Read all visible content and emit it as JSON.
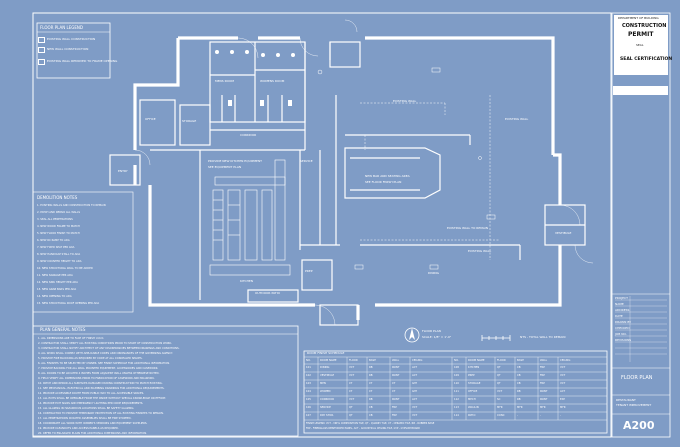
{
  "sheet": {
    "sheet_number": "A200",
    "sheet_title": "FLOOR PLAN",
    "stamp_title": "SEAL CERTIFICATION",
    "stamp_lines": [
      "DEPARTMENT OF BUILDING",
      "CONSTRUCTION",
      "PERMIT",
      "SEAL",
      "CERTIFICATION"
    ]
  },
  "legend_top": {
    "title": "FLOOR PLAN LEGEND",
    "items": [
      "EXISTING WALL CONSTRUCTION",
      "NEW WALL CONSTRUCTION",
      "EXISTING WALL REMOVED TO FRAME OPENING"
    ]
  },
  "keyed_notes": {
    "title": "DEMOLITION NOTES",
    "items": [
      "1. EXISTING WALLS AND CONSTRUCTION TO REMAIN",
      "2. PATCH AND REPAIR ALL WALLS",
      "3. SEAL ALL PENETRATIONS",
      "4. NEW WOOD FRAME TO MATCH",
      "5. NEW FLOOR FINISH TO MATCH",
      "6. NEW RC RAMP TO ADA",
      "7. NEW FIXED SEAT PER ADA",
      "8. NEW HANDICAP STALL TO ADA",
      "9. NEW COUNTER HEIGHT TO ADA",
      "10. NEW STRUCTURAL WALL TO BE ADDED",
      "11. NEW SIGNAGE PER ADA",
      "12. NEW SINK HEIGHT PER ADA",
      "13. NEW GRAB BARS PER ADA",
      "14. NEW OPENING TO ADA",
      "15. NEW STRUCTURAL ROOF OPENING PER ADA"
    ]
  },
  "general_notes": {
    "title": "PLAN GENERAL NOTES",
    "items": [
      "1. ALL DIMENSIONS ARE TO FACE OF FINISH U.N.O.",
      "2. CONTRACTOR SHALL VERIFY ALL EXISTING CONDITIONS PRIOR TO START OF CONSTRUCTION WORK.",
      "3. CONTRACTOR SHALL NOTIFY ARCHITECT OF ANY DISCREPANCIES BETWEEN DRAWINGS AND CONDITIONS.",
      "4. ALL WORK SHALL COMPLY WITH APPLICABLE CODES AND ORDINANCES OF THE GOVERNING AGENCY.",
      "5. PROVIDE FIRE BLOCKING AS REQUIRED BY CODE AT ALL CONCEALED SPACES.",
      "6. ALL FINISHES TO BE SELECTED BY OWNER. SEE FINISH SCHEDULE FOR ADDITIONAL INFORMATION.",
      "7. PROVIDE BACKING FOR ALL WALL MOUNTED EQUIPMENT, ACCESSORIES AND CASEWORK.",
      "8. ALL DOORS TO BE LOCATED 4 INCHES FROM ADJACENT WALL UNLESS OTHERWISE NOTED.",
      "9. FIELD VERIFY ALL DIMENSIONS PRIOR TO FABRICATION OF CASEWORK AND MILLWORK.",
      "10. PATCH AND REPAIR ALL SURFACES DAMAGED DURING CONSTRUCTION TO MATCH EXISTING.",
      "11. SEE MECHANICAL, ELECTRICAL AND PLUMBING DRAWINGS FOR ADDITIONAL REQUIREMENTS.",
      "12. PROVIDE ACCESSIBLE ROUTE FROM PUBLIC WAY TO ALL ACCESSIBLE SPACES.",
      "13. ALL EXITS SHALL BE OPERABLE FROM THE INSIDE WITHOUT SPECIAL KNOWLEDGE OR EFFORT.",
      "14. PROVIDE EXIT SIGNS AND EMERGENCY LIGHTING PER CODE REQUIREMENTS.",
      "15. ALL GLAZING IN HAZARDOUS LOCATIONS SHALL BE SAFETY GLAZING.",
      "16. CONTRACTOR TO PROVIDE TEMPORARY PROTECTION OF ALL EXISTING FINISHES TO REMAIN.",
      "17. ALL PENETRATIONS IN RATED ASSEMBLIES SHALL BE FIRE STOPPED.",
      "18. COORDINATE ALL WORK WITH OWNER'S VENDORS AND EQUIPMENT SUPPLIERS.",
      "19. PROVIDE CLEANOUTS AND ACCESS PANELS AS REQUIRED.",
      "20. REFER TO ENLARGED PLANS FOR ADDITIONAL DIMENSIONS AND INFORMATION."
    ]
  },
  "schedule": {
    "title": "ROOM FINISH SCHEDULE",
    "headers": [
      "NO.",
      "ROOM NAME",
      "FLOOR",
      "BASE",
      "WALL",
      "CEILING",
      "NO.",
      "ROOM NAME",
      "FLOOR",
      "BASE",
      "WALL",
      "CEILING"
    ],
    "rows": [
      [
        "101",
        "DINING",
        "VCT",
        "RB",
        "PAINT",
        "ACT",
        "108",
        "KITCHEN",
        "QT",
        "CB",
        "FRP",
        "VCT"
      ],
      [
        "102",
        "VESTIBULE",
        "VCT",
        "RB",
        "PAINT",
        "ACT",
        "109",
        "PREP",
        "QT",
        "CB",
        "FRP",
        "VCT"
      ],
      [
        "103",
        "MEN",
        "CT",
        "CT",
        "CT",
        "GYP",
        "110",
        "STORAGE",
        "QT",
        "CB",
        "FRP",
        "VCT"
      ],
      [
        "104",
        "WOMEN",
        "CT",
        "CT",
        "CT",
        "GYP",
        "111",
        "OFFICE",
        "VCT",
        "RB",
        "PAINT",
        "ACT"
      ],
      [
        "105",
        "CORRIDOR",
        "VCT",
        "RB",
        "PAINT",
        "ACT",
        "112",
        "MECH",
        "SC",
        "RB",
        "PAINT",
        "EXP"
      ],
      [
        "106",
        "SERVICE",
        "QT",
        "CB",
        "FRP",
        "VCT",
        "113",
        "WALK-IN",
        "MFR",
        "MFR",
        "MFR",
        "MFR"
      ],
      [
        "107",
        "DRY STOR.",
        "QT",
        "CB",
        "FRP",
        "VCT",
        "114",
        "PATIO",
        "CONC",
        "-",
        "-",
        "-"
      ]
    ],
    "footnotes": [
      "FINISH LEGEND: VCT - VINYL COMPOSITION TILE, QT - QUARRY TILE, CT - CERAMIC TILE, RB - RUBBER BASE",
      "FRP - FIBERGLASS REINFORCED PANEL, ACT - ACOUSTICAL CEILING TILE, GYP - GYPSUM BOARD"
    ]
  },
  "plan_labels": {
    "rooms": [
      "MENS ROOM",
      "WOMENS ROOM",
      "CORRIDOR",
      "OFFICE",
      "STORAGE",
      "KITCHEN",
      "DINING",
      "PREP",
      "SERVICE",
      "ENTRY",
      "VESTIBULE",
      "EXISTING WALL",
      "EXISTING WALL",
      "EXISTING WALL",
      "OUTDOOR PATIO"
    ],
    "callouts": [
      "PROVIDE NEW KITCHEN EQUIPMENT",
      "SEE EQUIPMENT PLAN",
      "NEW BAR AND SEATING AREA",
      "SEE FLOOR FINISH PLAN",
      "EXISTING WALL TO REMAIN"
    ],
    "north_label": "FLOOR PLAN",
    "north_scale": "SCALE: 1/8\" = 1'-0\"",
    "scale_note": "NTS - TOTAL WALL TO REMAIN"
  },
  "title_block": {
    "info_lines": [
      "PROJECT",
      "NAME",
      "ADDRESS",
      "DATE",
      "DRAWN BY",
      "CHECKED",
      "JOB NO.",
      "REVISIONS"
    ],
    "project_lines": [
      "RESTAURANT",
      "TENANT IMPROVEMENT"
    ]
  }
}
